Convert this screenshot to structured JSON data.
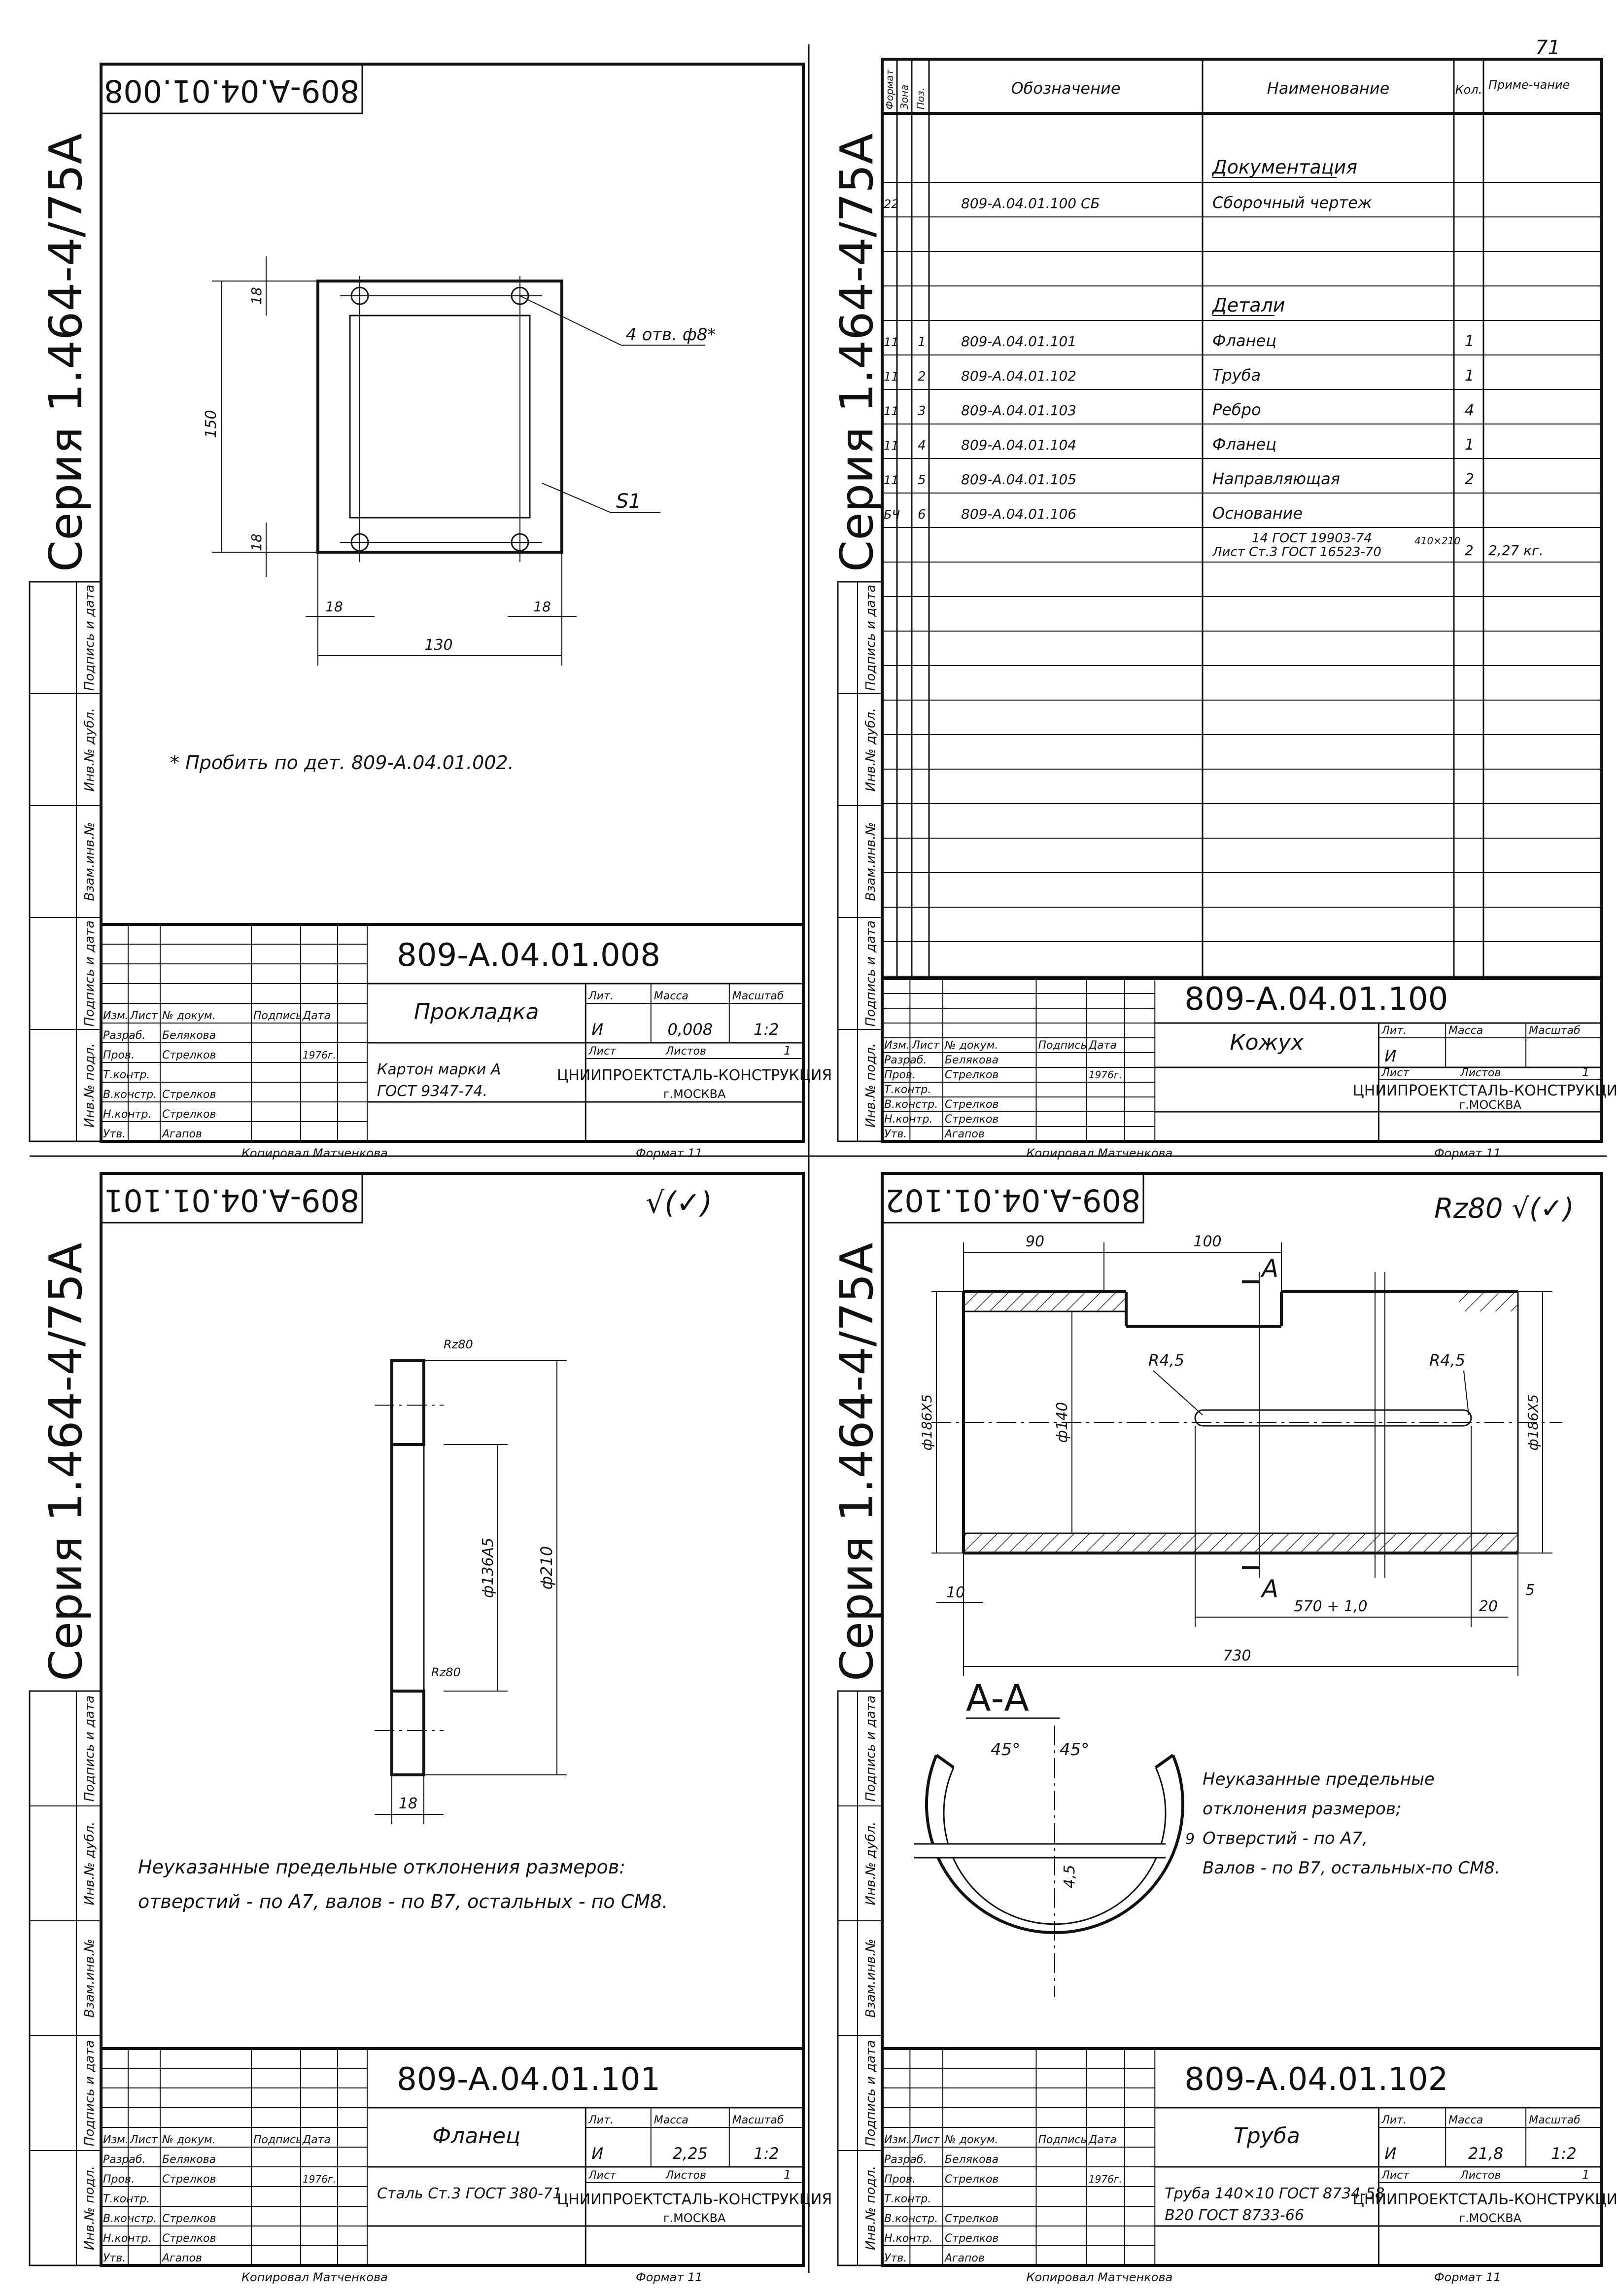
{
  "page_number": "71",
  "series_label": "Серия 1.464-4/75А",
  "side_labels": [
    "Инв.№ подл.",
    "Подпись и дата",
    "Взам.инв.№",
    "Инв.№ дубл.",
    "Подпись и дата"
  ],
  "title_block_labels": {
    "izm": "Изм.",
    "list": "Лист",
    "n_dokum": "№ докум.",
    "podpis": "Подпись",
    "data": "Дата",
    "razrab": "Разраб.",
    "prov": "Пров.",
    "t_kontr": "Т.контр.",
    "v_konstr": "В.констр.",
    "n_kontr": "Н.контр.",
    "utv": "Утв.",
    "lit": "Лит.",
    "massa": "Масса",
    "masshtab": "Масштаб",
    "list2": "Лист",
    "listov": "Листов",
    "kopiroval": "Копировал",
    "format": "Формат"
  },
  "people": {
    "razrab": "Белякова",
    "prov": "Стрелков",
    "v_konstr": "Стрелков",
    "n_kontr": "Стрелков",
    "utv": "Агапов",
    "kopiroval": "Матченкова",
    "year": "1976г."
  },
  "org": "ЦНИИПРОЕКТСТАЛЬ-КОНСТРУКЦИЯ г.МОСКВА",
  "sheets": [
    {
      "id": "p1",
      "code": "809-А.04.01.008",
      "name": "Прокладка",
      "lit": "И",
      "mass": "0,008",
      "scale": "1:2",
      "sheet": "",
      "sheets_total": "1",
      "material": "Картон марки А\nГОСТ 9347-74.",
      "format": "11",
      "note": "* Пробить по дет. 809-А.04.01.002.",
      "dims": {
        "d18a": "18",
        "d150": "150",
        "d18b": "18",
        "d18c": "18",
        "d18d": "18",
        "d130": "130",
        "holes": "4 отв. ф8*",
        "s1": "S1"
      }
    },
    {
      "id": "p2",
      "code": "809-А.04.01.100",
      "name": "Кожух",
      "lit": "И",
      "sheet": "",
      "sheets_total": "1",
      "format": "11",
      "spec_headers": [
        "Формат",
        "Зона",
        "Поз.",
        "Обозначение",
        "Наименование",
        "Кол.",
        "Приме-чание"
      ],
      "spec_rows": [
        {
          "fmt": "",
          "pos": "",
          "des": "",
          "name": "Документация",
          "qty": "",
          "note": "",
          "heading": true
        },
        {
          "fmt": "22",
          "pos": "",
          "des": "809-А.04.01.100 СБ",
          "name": "Сборочный чертеж",
          "qty": "",
          "note": ""
        },
        {
          "fmt": "",
          "pos": "",
          "des": "",
          "name": "",
          "qty": "",
          "note": ""
        },
        {
          "fmt": "",
          "pos": "",
          "des": "",
          "name": "Детали",
          "qty": "",
          "note": "",
          "heading": true
        },
        {
          "fmt": "11",
          "pos": "1",
          "des": "809-А.04.01.101",
          "name": "Фланец",
          "qty": "1",
          "note": ""
        },
        {
          "fmt": "11",
          "pos": "2",
          "des": "809-А.04.01.102",
          "name": "Труба",
          "qty": "1",
          "note": ""
        },
        {
          "fmt": "11",
          "pos": "3",
          "des": "809-А.04.01.103",
          "name": "Ребро",
          "qty": "4",
          "note": ""
        },
        {
          "fmt": "11",
          "pos": "4",
          "des": "809-А.04.01.104",
          "name": "Фланец",
          "qty": "1",
          "note": ""
        },
        {
          "fmt": "11",
          "pos": "5",
          "des": "809-А.04.01.105",
          "name": "Направляющая",
          "qty": "2",
          "note": ""
        },
        {
          "fmt": "БЧ",
          "pos": "6",
          "des": "809-А.04.01.106",
          "name": "Основание",
          "qty": "",
          "note": ""
        }
      ],
      "material_line1": "14 ГОСТ 19903-74",
      "material_line2": "Лист Ст.3 ГОСТ 16523-70",
      "material_size": "410×210",
      "material_qty": "2",
      "material_note": "2,27 кг."
    },
    {
      "id": "p3",
      "code": "809-А.04.01.101",
      "name": "Фланец",
      "lit": "И",
      "mass": "2,25",
      "scale": "1:2",
      "sheet": "",
      "sheets_total": "1",
      "material": "Сталь Ст.3 ГОСТ 380-71",
      "format": "11",
      "roughness": "√(✓)",
      "note_line1": "Неуказанные предельные отклонения размеров:",
      "note_line2": "отверстий - по А7, валов - по В7, остальных - по СМ8.",
      "dims": {
        "rz_top": "Rz80",
        "rz_mid": "Rz80",
        "d136": "ф136А5",
        "d210": "ф210",
        "d18": "18"
      }
    },
    {
      "id": "p4",
      "code": "809-А.04.01.102",
      "name": "Труба",
      "lit": "И",
      "mass": "21,8",
      "scale": "1:2",
      "sheet": "",
      "sheets_total": "1",
      "material": "Труба 140×10 ГОСТ 8734-58\nВ20 ГОСТ 8733-66",
      "format": "11",
      "roughness": "Rz80 √(✓)",
      "section_label": "А-А",
      "cut_label": "А",
      "note_line1": "Неуказанные предельные",
      "note_line2": "отклонения размеров;",
      "note_line3": "Отверстий - по А7,",
      "note_line4": "Валов - по В7, остальных-по СМ8.",
      "dims": {
        "d90": "90",
        "d100": "100",
        "r45a": "R4,5",
        "r45b": "R4,5",
        "d186a": "ф186Х5",
        "d140": "ф140",
        "d186b": "ф186Х5",
        "d10": "10",
        "d570": "570 + 1,0",
        "d20": "20",
        "d5": "5",
        "d730": "730",
        "a45a": "45°",
        "a45b": "45°",
        "d9": "9",
        "d45": "4,5"
      }
    }
  ]
}
